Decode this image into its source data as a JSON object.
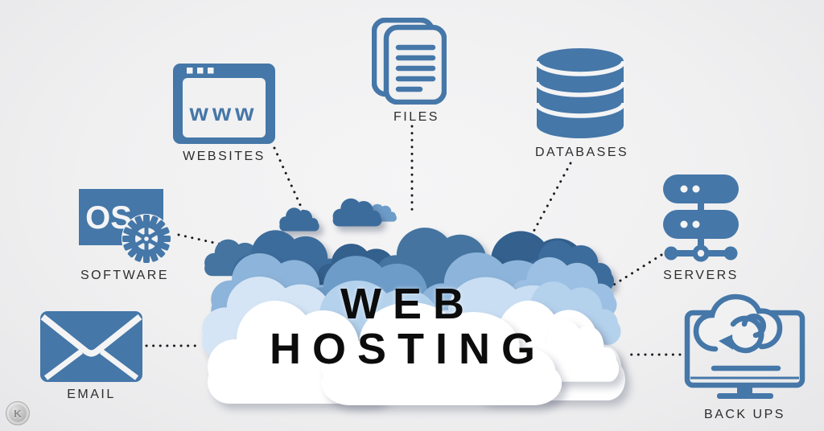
{
  "title": {
    "line1": "WEB",
    "line2": "HOSTING"
  },
  "nodes": {
    "websites": {
      "label": "WEBSITES",
      "icon_text": "www"
    },
    "files": {
      "label": "FILES"
    },
    "databases": {
      "label": "DATABASES"
    },
    "servers": {
      "label": "SERVERS"
    },
    "backups": {
      "label": "BACK UPS"
    },
    "software": {
      "label": "SOFTWARE",
      "icon_text": "OS"
    },
    "email": {
      "label": "EMAIL"
    }
  },
  "watermark": {
    "letter": "K"
  },
  "colors": {
    "icon_blue": "#4577a8",
    "cloud_dark": "#3c6c9c",
    "cloud_dark2": "#44749f",
    "cloud_dark3": "#33608d",
    "cloud_medium": "#6d9cc8",
    "cloud_medium2": "#8db4da",
    "cloud_medium3": "#9cc0e3",
    "cloud_light": "#b5d2ed",
    "cloud_light2": "#c9def2",
    "cloud_light3": "#d5e5f5",
    "cloud_white": "#ffffff",
    "background": "#f1f1f2",
    "title_color": "#0c0c0c",
    "label_color": "#2d2d2d",
    "connector_color": "#1b1b1b"
  }
}
